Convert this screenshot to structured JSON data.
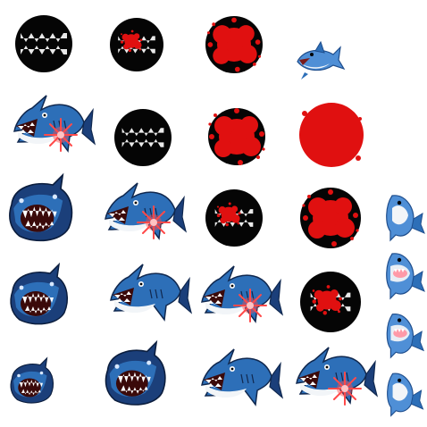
{
  "sheet": {
    "kind": "sprite-sheet",
    "rows": 5,
    "cols": 5
  },
  "colors": {
    "badge_black": "#050505",
    "blood_red": "#e01010",
    "shark_blue": "#2d6fb8",
    "shark_dark": "#1b3f7a",
    "shark_light": "#5aa3e6",
    "belly": "#f2f5f8",
    "mouth": "#3b0a0a",
    "spark": "#ff4a4a"
  },
  "sprites": [
    {
      "id": "r1c1",
      "icon": "teeth-badge-icon"
    },
    {
      "id": "r1c2",
      "icon": "teeth-splat-badge-icon"
    },
    {
      "id": "r1c3",
      "icon": "blood-splat-badge-icon"
    },
    {
      "id": "r1c4",
      "icon": "baby-shark-icon"
    },
    {
      "id": "r2c1",
      "icon": "shark-bite-hit-icon"
    },
    {
      "id": "r2c2",
      "icon": "teeth-badge-icon"
    },
    {
      "id": "r2c3",
      "icon": "blood-splat-badge-icon"
    },
    {
      "id": "r2c4",
      "icon": "blood-circle-icon"
    },
    {
      "id": "r3c1",
      "icon": "shark-front-icon"
    },
    {
      "id": "r3c2",
      "icon": "shark-bite-hit-icon"
    },
    {
      "id": "r3c3",
      "icon": "teeth-splat-badge-icon"
    },
    {
      "id": "r3c4",
      "icon": "blood-splat-badge-icon"
    },
    {
      "id": "r3c5",
      "icon": "small-shark-icon"
    },
    {
      "id": "r4c1",
      "icon": "shark-front-icon"
    },
    {
      "id": "r4c2",
      "icon": "shark-bite-icon"
    },
    {
      "id": "r4c3",
      "icon": "shark-bite-hit-icon"
    },
    {
      "id": "r4c4",
      "icon": "teeth-splat-badge-icon"
    },
    {
      "id": "r4c5",
      "icon": "small-shark-open-icon"
    },
    {
      "id": "r5c1",
      "icon": "shark-front-icon"
    },
    {
      "id": "r5c2",
      "icon": "shark-front-icon"
    },
    {
      "id": "r5c3",
      "icon": "shark-bite-icon"
    },
    {
      "id": "r5c4",
      "icon": "shark-bite-hit-icon"
    },
    {
      "id": "r5c5",
      "icon": "small-shark-icon"
    }
  ]
}
